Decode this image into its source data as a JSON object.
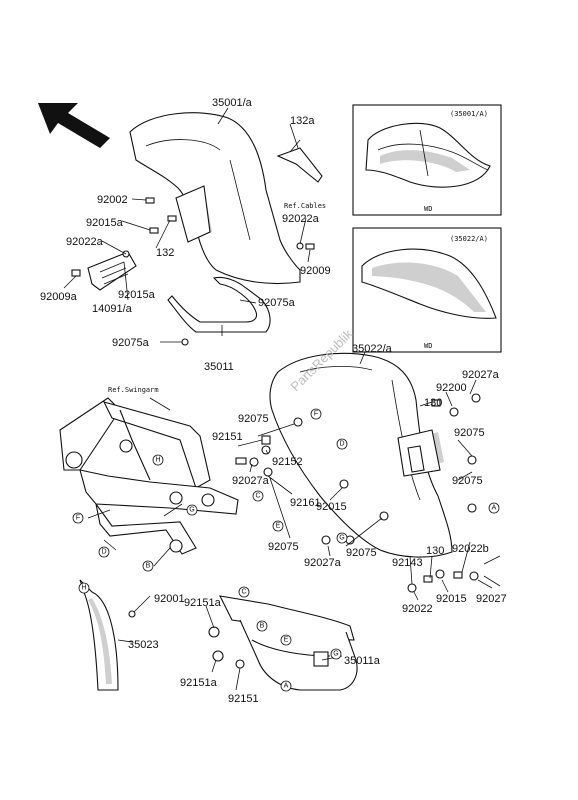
{
  "labels": {
    "l35001a": "35001/a",
    "l132a": "132a",
    "l92002": "92002",
    "l92015a_1": "92015a",
    "l92022a_1": "92022a",
    "l132": "132",
    "l92022a_2": "92022a",
    "l92009": "92009",
    "l92009a": "92009a",
    "l92015a_2": "92015a",
    "l14091a": "14091/a",
    "l92075a_1": "92075a",
    "l92075a_2": "92075a",
    "l35011": "35011",
    "l35022a": "35022/a",
    "l92027a_1": "92027a",
    "l92200": "92200",
    "l130_1": "130",
    "l92075_1": "92075",
    "l92151_1": "92151",
    "l92152": "92152",
    "l92027a_2": "92027a",
    "l92075_2": "92075",
    "l92161": "92161",
    "l92015_1": "92015",
    "l92075_3": "92075",
    "l92075_4": "92075",
    "l92075_5": "92075",
    "l92027a_3": "92027a",
    "l92143": "92143",
    "l130_2": "130",
    "l92022b": "92022b",
    "l92022": "92022",
    "l92015_2": "92015",
    "l92027": "92027",
    "l92001": "92001",
    "l35023": "35023",
    "l92151a_1": "92151a",
    "l92151a_2": "92151a",
    "l92151_2": "92151",
    "l35011a": "35011a",
    "refCables": "Ref.Cables",
    "refSwingarm": "Ref.Swingarm",
    "inset1Code": "(35001/A)",
    "inset1Tag": "WD",
    "inset2Code": "(35022/A)",
    "inset2Tag": "WD",
    "watermark": "PartsRepublik"
  },
  "markers": {
    "A": "A",
    "B": "B",
    "C": "C",
    "D": "D",
    "E": "E",
    "F": "F",
    "G": "G",
    "H": "H"
  }
}
